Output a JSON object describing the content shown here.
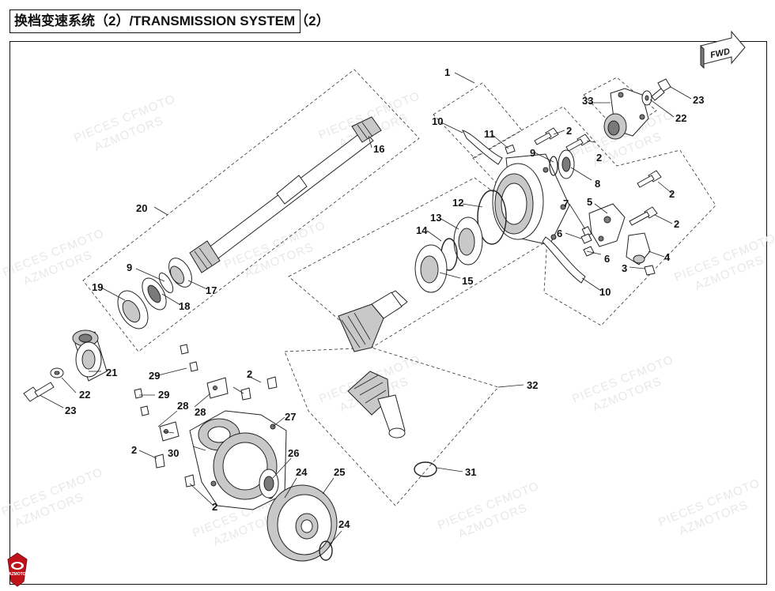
{
  "title": "换档变速系统（2）/TRANSMISSION SYSTEM（2）",
  "fwd_label": "FWD",
  "logo_text": "AZMOTORS",
  "watermark": {
    "line1": "PIECES CFMOTO",
    "line2": "AZMOTORS"
  },
  "callouts": {
    "c1": "1",
    "c2a": "2",
    "c2b": "2",
    "c2c": "2",
    "c2d": "2",
    "c2e": "2",
    "c2f": "2",
    "c2g": "2",
    "c3": "3",
    "c4": "4",
    "c5": "5",
    "c6a": "6",
    "c6b": "6",
    "c7": "7",
    "c8": "8",
    "c9a": "9",
    "c9b": "9",
    "c10a": "10",
    "c10b": "10",
    "c11": "11",
    "c12": "12",
    "c13": "13",
    "c14": "14",
    "c15": "15",
    "c16": "16",
    "c17": "17",
    "c18": "18",
    "c19": "19",
    "c20": "20",
    "c21": "21",
    "c22a": "22",
    "c22b": "22",
    "c23a": "23",
    "c23b": "23",
    "c24a": "24",
    "c24b": "24",
    "c25": "25",
    "c26": "26",
    "c27": "27",
    "c28a": "28",
    "c28b": "28",
    "c29a": "29",
    "c29b": "29",
    "c30": "30",
    "c31": "31",
    "c32": "32",
    "c33": "33"
  }
}
